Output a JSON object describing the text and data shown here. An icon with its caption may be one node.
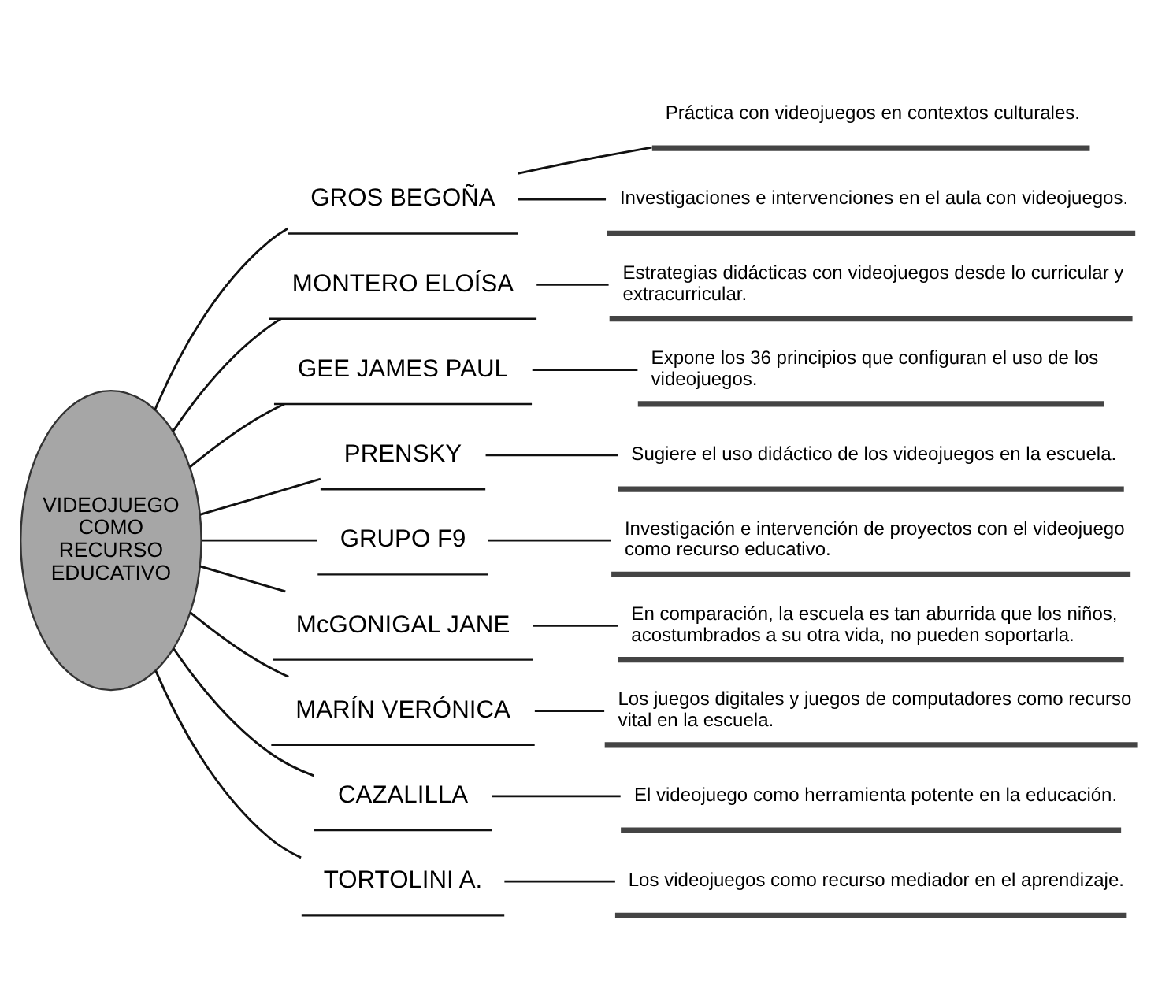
{
  "diagram": {
    "nodes": [
      {
        "text": [
          "VIDEOJUEGO COMO RECURSO EDUCATIVO"
        ]
      },
      {
        "text": [
          "GROS BEGOÑA"
        ]
      },
      {
        "text": [
          "Práctica con videojuegos en contextos culturales."
        ]
      },
      {
        "text": [
          "Investigaciones e intervenciones en el aula con videojuegos."
        ]
      },
      {
        "text": [
          "MONTERO ELOÍSA"
        ]
      },
      {
        "text": [
          "Estrategias didácticas con videojuegos desde lo curricular y extracurricular."
        ]
      },
      {
        "text": [
          "GEE JAMES PAUL"
        ]
      },
      {
        "text": [
          "Expone los 36 principios que configuran el uso de los videojuegos."
        ]
      },
      {
        "text": [
          "PRENSKY"
        ]
      },
      {
        "text": [
          "Sugiere el uso didáctico de los videojuegos en la escuela."
        ]
      },
      {
        "text": [
          "GRUPO F9"
        ]
      },
      {
        "text": [
          "Investigación e intervención de proyectos con el videojuego como recurso educativo."
        ]
      },
      {
        "text": [
          "McGONIGAL JANE"
        ]
      },
      {
        "text": [
          "En comparación, la escuela es tan aburrida que los niños, acostumbrados a su otra vida, no pueden soportarla."
        ]
      },
      {
        "text": [
          "MARÍN VERÓNICA"
        ]
      },
      {
        "text": [
          "Los juegos digitales y juegos de computadores como recurso vital en la escuela."
        ]
      },
      {
        "text": [
          "CAZALILLA"
        ]
      },
      {
        "text": [
          "El videojuego como herramienta potente en la educación."
        ]
      },
      {
        "text": [
          "TORTOLINI A."
        ]
      },
      {
        "text": [
          "Los videojuegos como recurso mediador en el aprendizaje."
        ]
      }
    ],
    "edges": [
      {
        "from": 0,
        "to": 1,
        "arrow": "none"
      },
      {
        "from": 1,
        "to": 2,
        "arrow": "none"
      },
      {
        "from": 1,
        "to": 3,
        "arrow": "none"
      },
      {
        "from": 0,
        "to": 4,
        "arrow": "none"
      },
      {
        "from": 4,
        "to": 5,
        "arrow": "none"
      },
      {
        "from": 0,
        "to": 6,
        "arrow": "none"
      },
      {
        "from": 6,
        "to": 7,
        "arrow": "none"
      },
      {
        "from": 0,
        "to": 8,
        "arrow": "none"
      },
      {
        "from": 8,
        "to": 9,
        "arrow": "none"
      },
      {
        "from": 0,
        "to": 10,
        "arrow": "none"
      },
      {
        "from": 10,
        "to": 11,
        "arrow": "none"
      },
      {
        "from": 0,
        "to": 12,
        "arrow": "none"
      },
      {
        "from": 12,
        "to": 13,
        "arrow": "none"
      },
      {
        "from": 0,
        "to": 14,
        "arrow": "none"
      },
      {
        "from": 14,
        "to": 15,
        "arrow": "none"
      },
      {
        "from": 0,
        "to": 16,
        "arrow": "none"
      },
      {
        "from": 16,
        "to": 17,
        "arrow": "none"
      },
      {
        "from": 0,
        "to": 18,
        "arrow": "none"
      },
      {
        "from": 18,
        "to": 19,
        "arrow": "none"
      }
    ]
  }
}
